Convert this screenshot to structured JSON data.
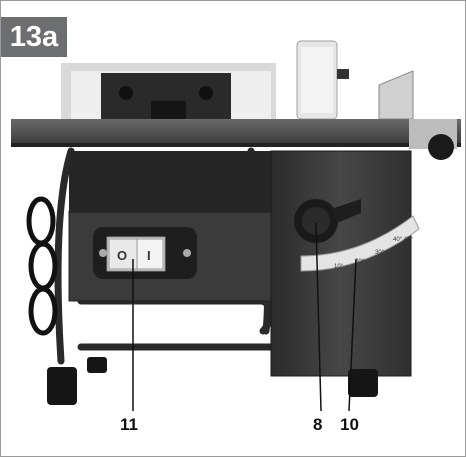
{
  "figure": {
    "label": "13a"
  },
  "callouts": [
    {
      "number": "11"
    },
    {
      "number": "8"
    },
    {
      "number": "10"
    }
  ],
  "scale_marks": [
    "10°",
    "20°",
    "30°",
    "40° 45°"
  ],
  "switch": {
    "off_symbol": "O",
    "on_symbol": "I"
  },
  "colors": {
    "badge_bg": "#6d6e70",
    "saw_body": "#3d3d3d",
    "tabletop": "#4a4a4a",
    "background": "#ffffff"
  }
}
